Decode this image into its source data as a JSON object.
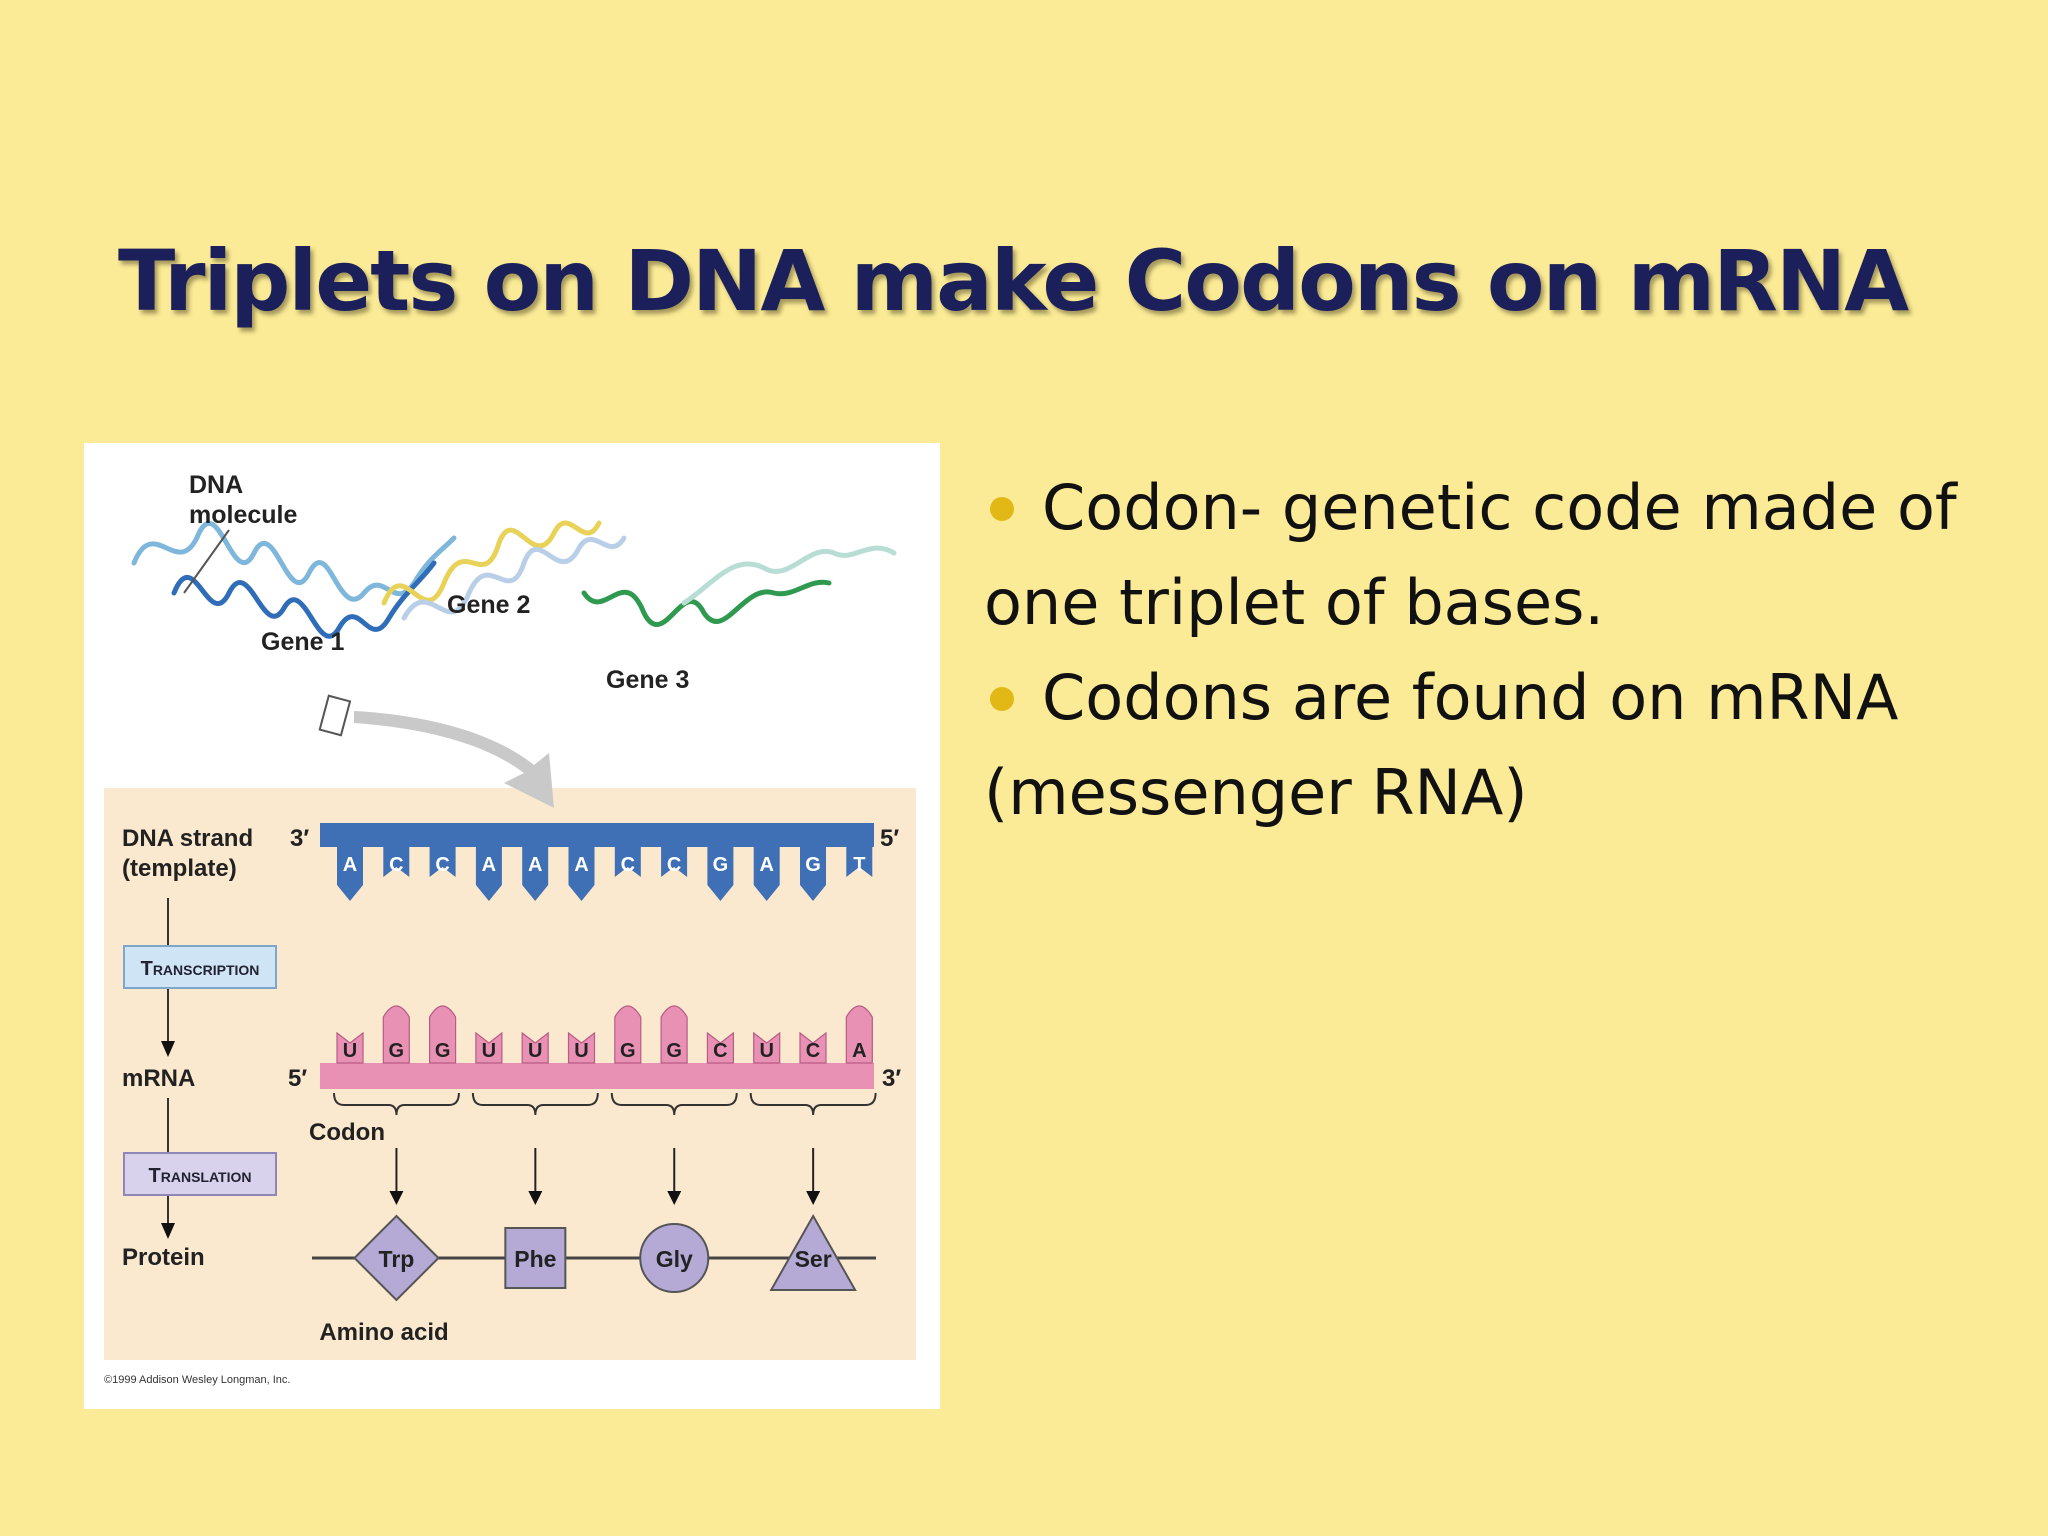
{
  "title": "Triplets on DNA make Codons on mRNA",
  "figure": {
    "dna_molecule_label": "DNA\nmolecule",
    "gene1_label": "Gene 1",
    "gene2_label": "Gene 2",
    "gene3_label": "Gene 3",
    "dna_strand_label": "DNA strand",
    "template_label": "(template)",
    "dna_3prime": "3′",
    "dna_5prime": "5′",
    "dna_bases": [
      "A",
      "C",
      "C",
      "A",
      "A",
      "A",
      "C",
      "C",
      "G",
      "A",
      "G",
      "T"
    ],
    "transcription_label": "Transcription",
    "mrna_label": "mRNA",
    "mrna_5prime": "5′",
    "mrna_3prime": "3′",
    "mrna_bases": [
      "U",
      "G",
      "G",
      "U",
      "U",
      "U",
      "G",
      "G",
      "C",
      "U",
      "C",
      "A"
    ],
    "codon_label": "Codon",
    "translation_label": "Translation",
    "protein_label": "Protein",
    "amino_acids": [
      "Trp",
      "Phe",
      "Gly",
      "Ser"
    ],
    "amino_acid_label": "Amino acid",
    "copyright": "©1999 Addison Wesley Longman, Inc."
  },
  "bullets": [
    {
      "text": "Codon- genetic code made of one triplet of bases."
    },
    {
      "text": "Codons are found on mRNA (messenger RNA)"
    }
  ],
  "colors": {
    "background": "#fbeb96",
    "title": "#1b1f5a",
    "bullet": "#e2b817",
    "dna_strand": "#3f6fb5",
    "mrna_strand": "#e891b4",
    "amino_acid": "#b5aad6",
    "panel": "#fbe9cf"
  }
}
